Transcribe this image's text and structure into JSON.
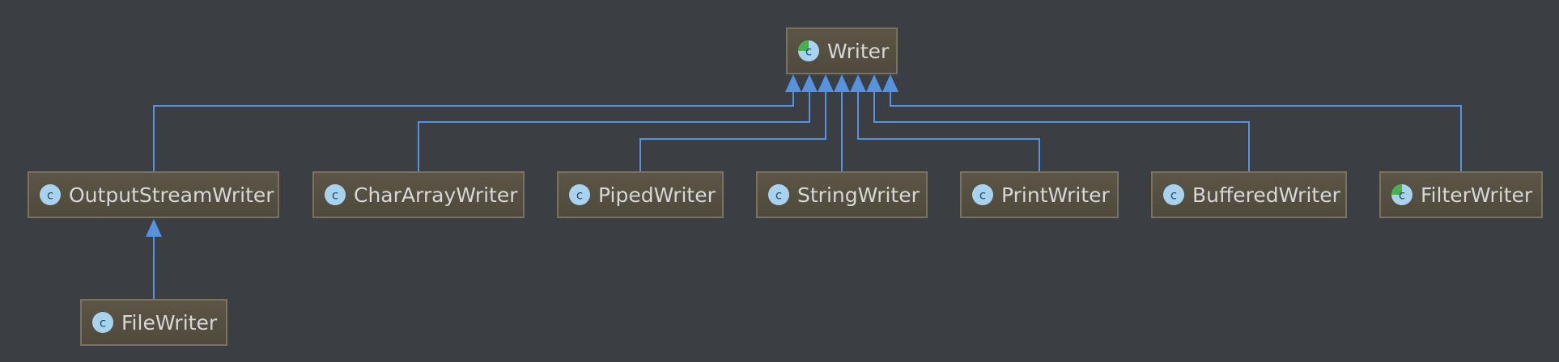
{
  "diagram": {
    "colors": {
      "background": "#3b3e42",
      "edge": "#5593e0",
      "node_fill": "#544f42",
      "node_text": "#d7d7d7"
    },
    "nodes": {
      "writer": {
        "label": "Writer",
        "icon": "abstract-class-icon"
      },
      "output_stream_writer": {
        "label": "OutputStreamWriter",
        "icon": "class-icon"
      },
      "char_array_writer": {
        "label": "CharArrayWriter",
        "icon": "class-icon"
      },
      "piped_writer": {
        "label": "PipedWriter",
        "icon": "class-icon"
      },
      "string_writer": {
        "label": "StringWriter",
        "icon": "class-icon"
      },
      "print_writer": {
        "label": "PrintWriter",
        "icon": "class-icon"
      },
      "buffered_writer": {
        "label": "BufferedWriter",
        "icon": "class-icon"
      },
      "filter_writer": {
        "label": "FilterWriter",
        "icon": "abstract-class-icon"
      },
      "file_writer": {
        "label": "FileWriter",
        "icon": "class-icon"
      }
    },
    "edges": [
      {
        "from": "output_stream_writer",
        "to": "writer",
        "type": "extends"
      },
      {
        "from": "char_array_writer",
        "to": "writer",
        "type": "extends"
      },
      {
        "from": "piped_writer",
        "to": "writer",
        "type": "extends"
      },
      {
        "from": "string_writer",
        "to": "writer",
        "type": "extends"
      },
      {
        "from": "print_writer",
        "to": "writer",
        "type": "extends"
      },
      {
        "from": "buffered_writer",
        "to": "writer",
        "type": "extends"
      },
      {
        "from": "filter_writer",
        "to": "writer",
        "type": "extends"
      },
      {
        "from": "file_writer",
        "to": "output_stream_writer",
        "type": "extends"
      }
    ]
  }
}
